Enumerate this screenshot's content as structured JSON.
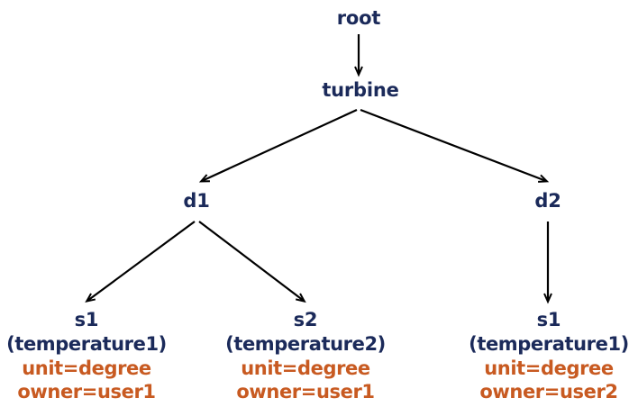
{
  "diagram": {
    "type": "tree",
    "title": "root",
    "colors": {
      "node_text": "#1b2a5a",
      "attribute_text": "#c85a21",
      "edge": "#000000",
      "background": "#ffffff"
    },
    "nodes": {
      "root": {
        "label": "root"
      },
      "turbine": {
        "label": "turbine"
      },
      "d1": {
        "label": "d1"
      },
      "d2": {
        "label": "d2"
      },
      "s1_left": {
        "label": "s1",
        "type": "(temperature1)",
        "unit": "unit=degree",
        "owner": "owner=user1"
      },
      "s2_mid": {
        "label": "s2",
        "type": "(temperature2)",
        "unit": "unit=degree",
        "owner": "owner=user1"
      },
      "s1_right": {
        "label": "s1",
        "type": "(temperature1)",
        "unit": "unit=degree",
        "owner": "owner=user2"
      }
    },
    "edges": [
      {
        "from": "root",
        "to": "turbine"
      },
      {
        "from": "turbine",
        "to": "d1"
      },
      {
        "from": "turbine",
        "to": "d2"
      },
      {
        "from": "d1",
        "to": "s1_left"
      },
      {
        "from": "d1",
        "to": "s2_mid"
      },
      {
        "from": "d2",
        "to": "s1_right"
      }
    ]
  }
}
